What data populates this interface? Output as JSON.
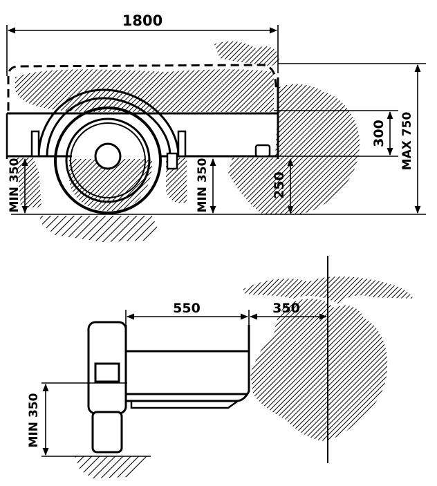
{
  "drawing": {
    "side_view": {
      "width_dim": "1800",
      "left_wheel_clearance": "MIN 350",
      "right_wheel_clearance": "MIN 350",
      "hitch_height": "250",
      "drawbar_height": "300",
      "max_height": "MAX 750"
    },
    "rear_view": {
      "body_length": "550",
      "gap_to_tree": "350",
      "clearance": "MIN 350"
    }
  },
  "colors": {
    "ink": "#000000",
    "paper": "#ffffff"
  }
}
